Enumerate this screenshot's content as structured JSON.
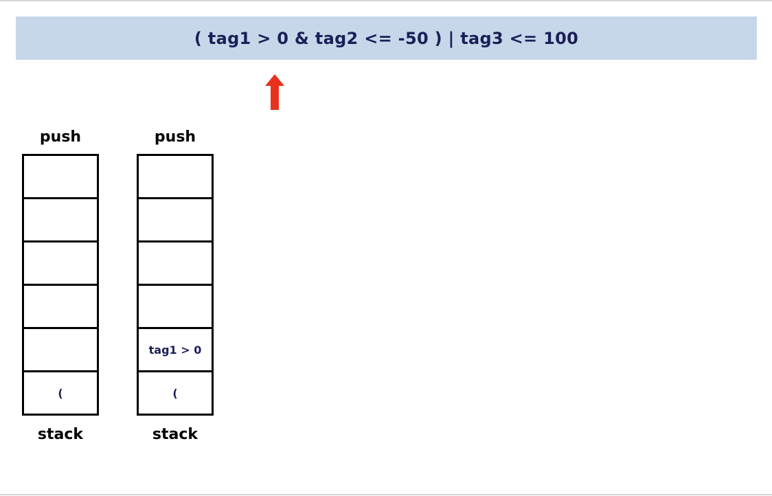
{
  "expression": "( tag1 > 0 & tag2 <= -50 ) | tag3 <= 100",
  "colors": {
    "expression_bar": "#c6d7ea",
    "expression_text": "#1b1f57",
    "pointer": "#e8321e",
    "slot_text": "#1b1f57"
  },
  "stacks": [
    {
      "operation": "push",
      "label": "stack",
      "slots": [
        "",
        "",
        "",
        "",
        "",
        "("
      ]
    },
    {
      "operation": "push",
      "label": "stack",
      "slots": [
        "",
        "",
        "",
        "",
        "tag1 > 0",
        "("
      ]
    }
  ]
}
